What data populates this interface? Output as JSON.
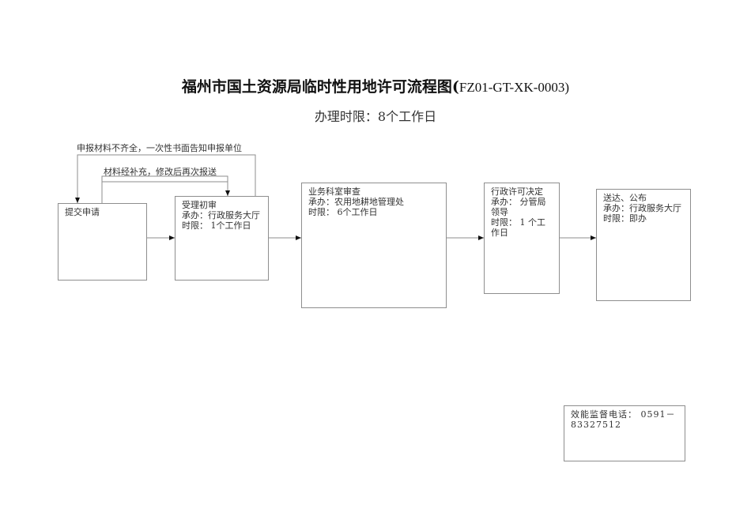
{
  "title": {
    "main": "福州市国土资源局临时性用地许可流程图(",
    "code": "FZ01-GT-XK-0003)"
  },
  "subtitle": "办理时限：8个工作日",
  "notes": {
    "incomplete": "申报材料不齐全，一次性书面告知申报单位",
    "supplement": "材料经补充，修改后再次报送"
  },
  "steps": [
    {
      "title": "提交申请"
    },
    {
      "title": "受理初审",
      "handler": "承办：行政服务大厅",
      "time": "时限： 1个工作日"
    },
    {
      "title": "业务科室审查",
      "handler": "承办：农用地耕地管理处",
      "time": "时限： 6个工作日"
    },
    {
      "title": "行政许可决定",
      "handler": "承办： 分管局领导",
      "time": "时限： 1 个工作日"
    },
    {
      "title": "送达、公布",
      "handler": "承办：行政服务大厅",
      "time": "时限：即办"
    }
  ],
  "hotline": "效能监督电话： 0591－83327512"
}
